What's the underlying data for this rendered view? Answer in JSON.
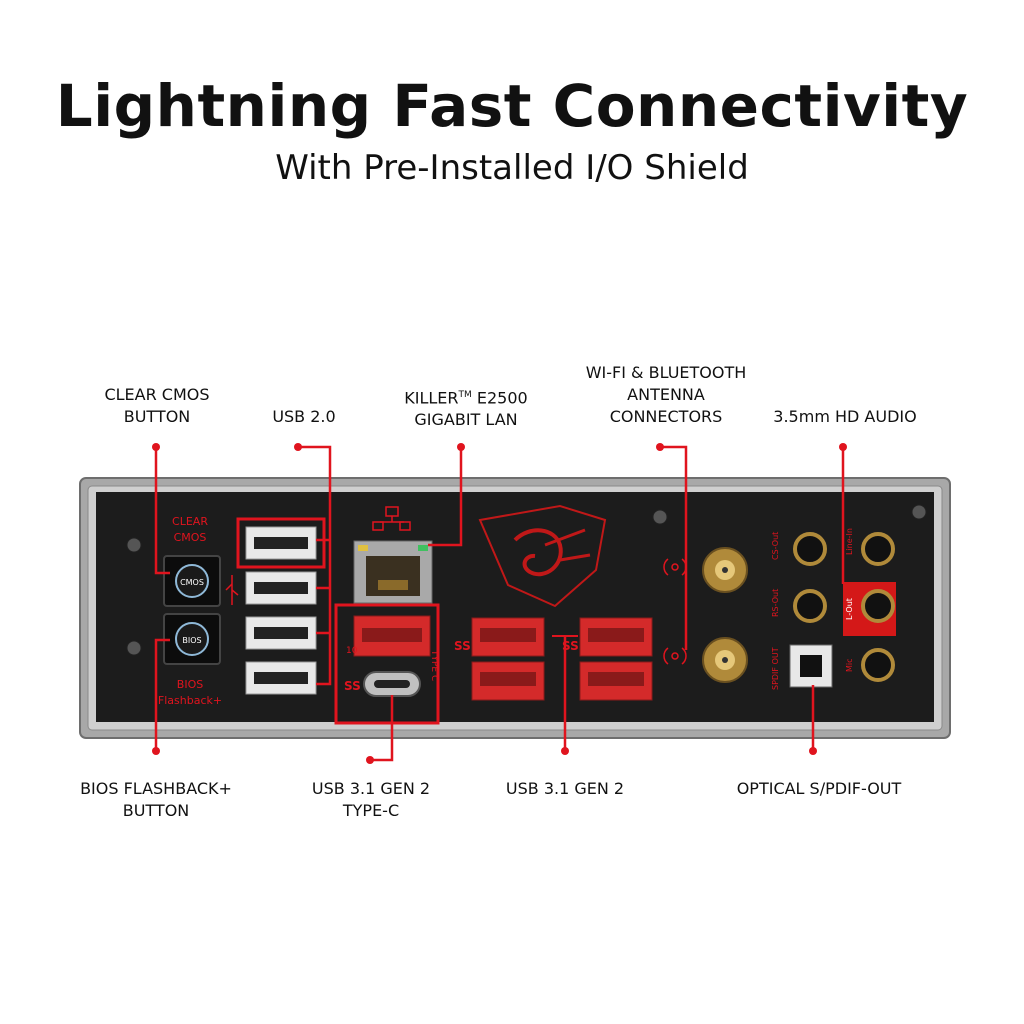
{
  "header": {
    "title": "Lightning Fast Connectivity",
    "subtitle": "With Pre-Installed I/O Shield"
  },
  "callouts": {
    "clear_cmos": [
      "CLEAR CMOS",
      "BUTTON"
    ],
    "usb20": "USB 2.0",
    "lan": {
      "brand": "KILLER",
      "tm": "TM",
      "model": " E2500",
      "line2": "GIGABIT LAN"
    },
    "wifi": [
      "WI-FI & BLUETOOTH",
      "ANTENNA",
      "CONNECTORS"
    ],
    "audio": "3.5mm HD AUDIO",
    "bios_flashback": [
      "BIOS FLASHBACK+",
      "BUTTON"
    ],
    "usb31_typec": [
      "USB 3.1 GEN 2",
      "TYPE-C"
    ],
    "usb31": "USB 3.1 GEN 2",
    "optical": "OPTICAL S/PDIF-OUT"
  },
  "panel_labels": {
    "clear_cmos": [
      "CLEAR",
      "CMOS"
    ],
    "cmos_button": "CMOS",
    "bios_button": "BIOS",
    "bios_flashback": [
      "BIOS",
      "Flashback+"
    ],
    "type_c": "TYPE C",
    "ss_10": "10",
    "ss": "SS",
    "audio_cs_out": "CS-Out",
    "audio_rs_out": "RS-Out",
    "audio_l_out": "L-Out",
    "audio_line_in": "Line-In",
    "audio_mic": "Mic",
    "spdif_out": "SPDIF OUT"
  },
  "colors": {
    "accent": "#e0141e",
    "panel": "#1c1c1c",
    "frame": "#9a9a9a",
    "usb3": "#d42a2a",
    "gold": "#c9a24a"
  },
  "icons": [
    "usb-icon",
    "network-icon",
    "msi-dragon-shield-icon",
    "antenna-icon",
    "screw-icon"
  ]
}
